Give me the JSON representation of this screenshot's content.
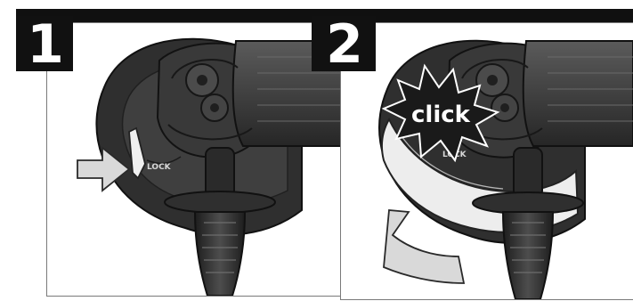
{
  "steps": [
    {
      "number": "1"
    },
    {
      "number": "2",
      "callout": "click"
    }
  ],
  "colors": {
    "band": "#101010",
    "badge": "#111111",
    "tool_dark": "#2f2f2f",
    "tool_mid": "#4a4a4a",
    "guard_ring": "#ededed",
    "arrow_fill": "#d9d9d9"
  },
  "icons": {
    "step1_arrow": "push-arrow-icon",
    "step2_arrow": "rotate-arrow-icon",
    "burst": "starburst-icon"
  }
}
